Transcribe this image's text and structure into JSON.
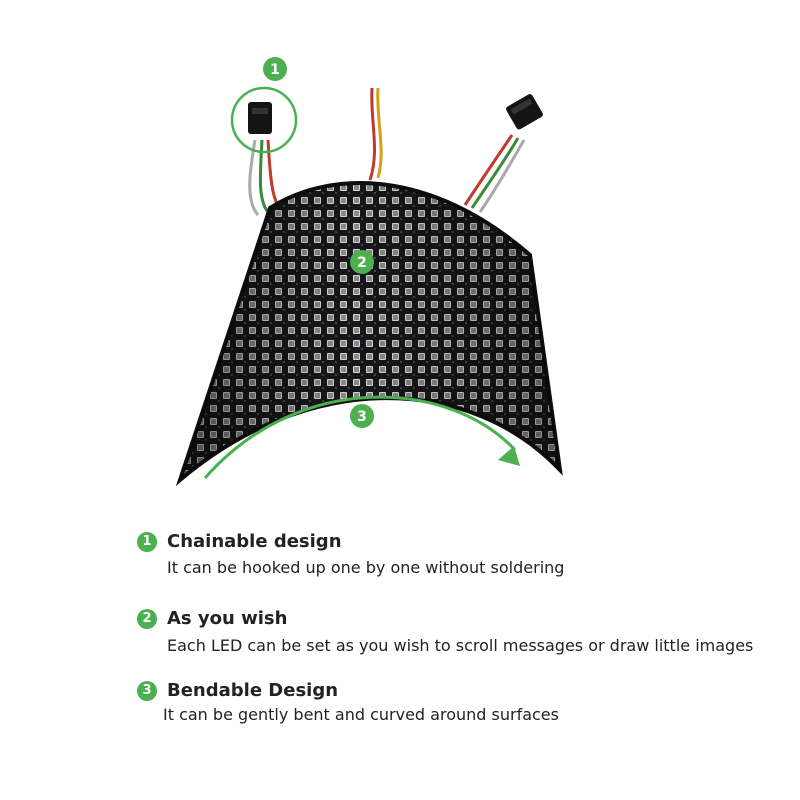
{
  "accent_color": "#4caf50",
  "callout_badges": [
    "1",
    "2",
    "3"
  ],
  "features": [
    {
      "number": "1",
      "title": "Chainable design",
      "description": "It can be hooked up one by one without soldering"
    },
    {
      "number": "2",
      "title": "As you wish",
      "description": "Each LED can be set as you wish to scroll messages or draw little images"
    },
    {
      "number": "3",
      "title": "Bendable Design",
      "description": "It can be gently bent and curved around surfaces"
    }
  ]
}
